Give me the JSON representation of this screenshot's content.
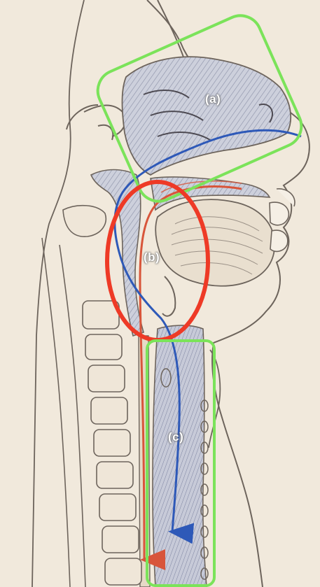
{
  "regions": [
    {
      "id": "a",
      "label": "(a)",
      "outline_color": "#7be35a"
    },
    {
      "id": "b",
      "label": "(b)",
      "outline_color": "#ee3a26"
    },
    {
      "id": "c",
      "label": "(c)",
      "outline_color": "#7be35a"
    }
  ],
  "flows": [
    {
      "id": "air",
      "color": "#2e59b8",
      "arrow": "down"
    },
    {
      "id": "food",
      "color": "#d8553a",
      "arrow": "down"
    }
  ],
  "colors": {
    "paper": "#f1e9dc",
    "ink": "#6d645c",
    "hatch_fill": "#c9cbd6"
  }
}
